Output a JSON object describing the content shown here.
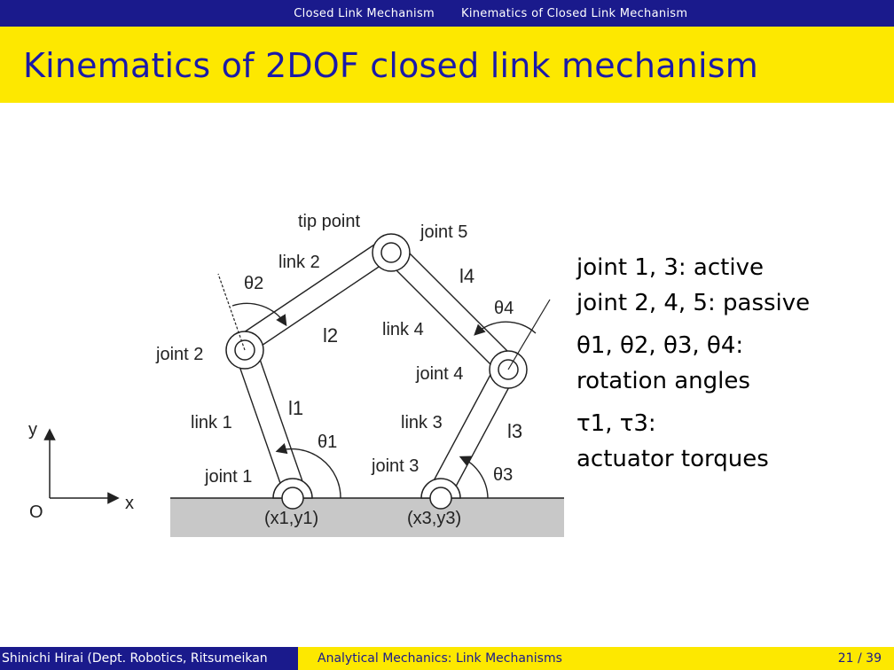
{
  "nav": {
    "section": "Closed Link Mechanism",
    "subsection": "Kinematics of Closed Link Mechanism"
  },
  "title": "Kinematics of 2DOF closed link mechanism",
  "diagram": {
    "tip_point": "tip point",
    "joint1": "joint 1",
    "joint2": "joint 2",
    "joint4": "joint 4",
    "joint3": "joint 3",
    "joint5": "joint 5",
    "link1": "link 1",
    "link2": "link 2",
    "link3": "link 3",
    "link4": "link 4",
    "theta1": "θ1",
    "theta2": "θ2",
    "theta3": "θ3",
    "theta4": "θ4",
    "l1": "l1",
    "l2": "l2",
    "l3": "l3",
    "l4": "l4",
    "axis_y": "y",
    "axis_x": "x",
    "origin": "O",
    "coord1": "(x1,y1)",
    "coord3": "(x3,y3)"
  },
  "notes": {
    "active": "joint 1, 3: active",
    "passive": "joint 2, 4, 5: passive",
    "angles_symbols": "θ1, θ2, θ3, θ4:",
    "angles_desc": "rotation angles",
    "torques_symbols": "τ1, τ3:",
    "torques_desc": "actuator torques"
  },
  "footer": {
    "author": "Shinichi Hirai (Dept. Robotics, Ritsumeikan",
    "course": "Analytical Mechanics: Link Mechanisms",
    "page": "21 / 39"
  },
  "colors": {
    "nav_bg": "#1a1a8c",
    "title_bg": "#fde800",
    "title_text": "#1a1aa8",
    "ground": "#c8c8c8"
  }
}
